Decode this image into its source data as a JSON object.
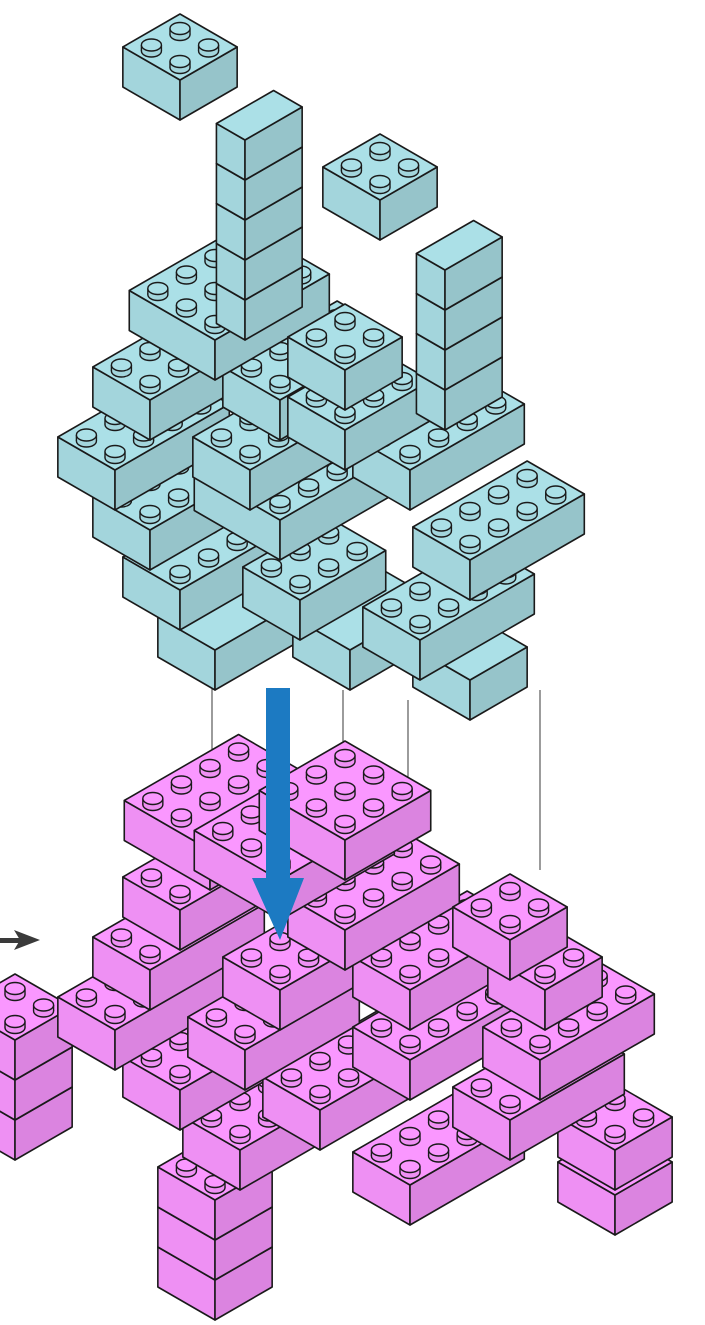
{
  "step": {
    "upper_assembly": {
      "name": "upper-assembly",
      "color": "#a3d5dc"
    },
    "lower_assembly": {
      "name": "lower-assembly",
      "color": "#ee90f3"
    },
    "stroke": "#1a1a1a",
    "guide_line_color": "#222222",
    "move_arrow": {
      "color": "#1c7ac2",
      "direction": "down"
    },
    "side_arrow": {
      "color": "#3a3a3a",
      "direction": "right"
    }
  }
}
